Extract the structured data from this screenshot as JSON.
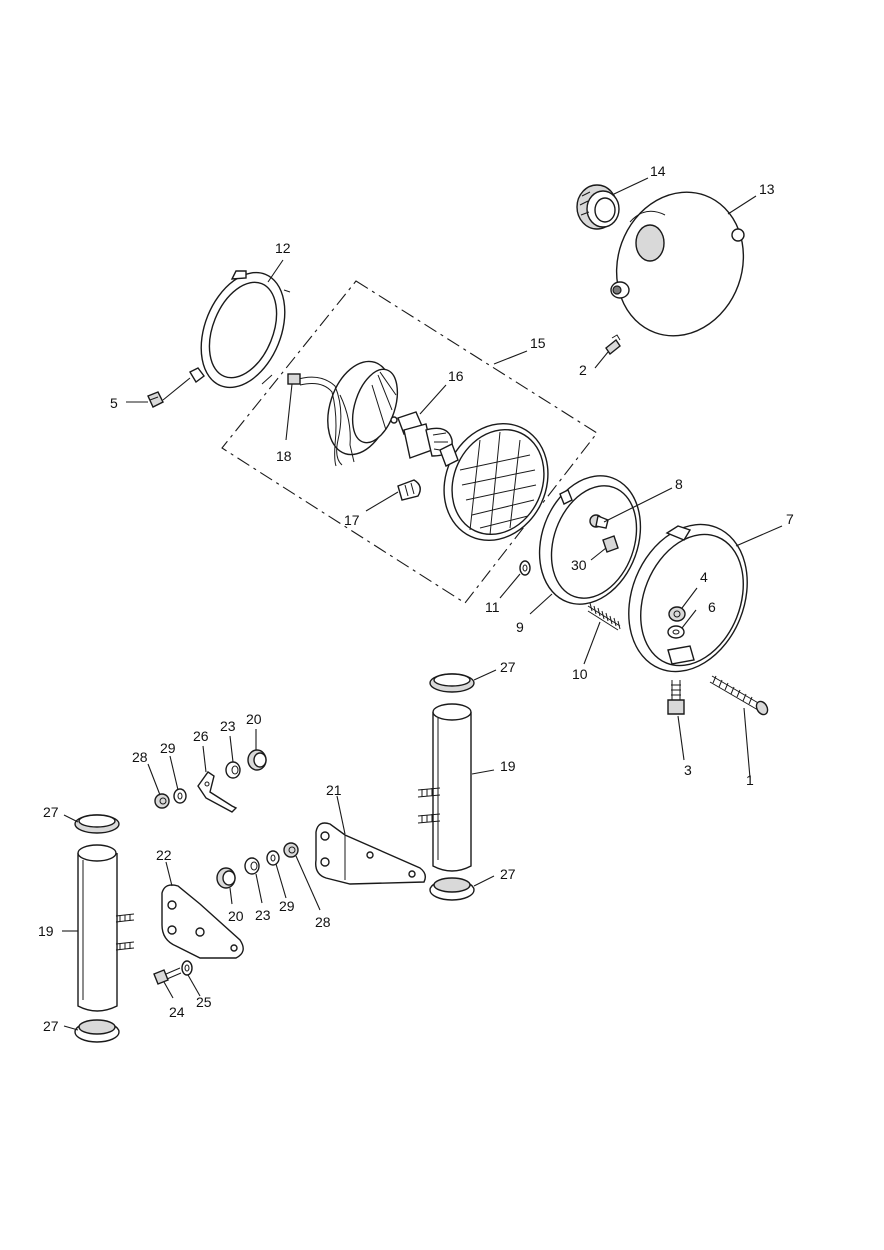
{
  "diagram": {
    "callouts": [
      {
        "id": "c1",
        "text": "1"
      },
      {
        "id": "c2",
        "text": "2"
      },
      {
        "id": "c3",
        "text": "3"
      },
      {
        "id": "c4",
        "text": "4"
      },
      {
        "id": "c5",
        "text": "5"
      },
      {
        "id": "c6",
        "text": "6"
      },
      {
        "id": "c7",
        "text": "7"
      },
      {
        "id": "c8",
        "text": "8"
      },
      {
        "id": "c9",
        "text": "9"
      },
      {
        "id": "c10",
        "text": "10"
      },
      {
        "id": "c11",
        "text": "11"
      },
      {
        "id": "c12",
        "text": "12"
      },
      {
        "id": "c13",
        "text": "13"
      },
      {
        "id": "c14",
        "text": "14"
      },
      {
        "id": "c15",
        "text": "15"
      },
      {
        "id": "c16",
        "text": "16"
      },
      {
        "id": "c17",
        "text": "17"
      },
      {
        "id": "c18",
        "text": "18"
      },
      {
        "id": "c19a",
        "text": "19"
      },
      {
        "id": "c19b",
        "text": "19"
      },
      {
        "id": "c20a",
        "text": "20"
      },
      {
        "id": "c20b",
        "text": "20"
      },
      {
        "id": "c21",
        "text": "21"
      },
      {
        "id": "c22",
        "text": "22"
      },
      {
        "id": "c23a",
        "text": "23"
      },
      {
        "id": "c23b",
        "text": "23"
      },
      {
        "id": "c24",
        "text": "24"
      },
      {
        "id": "c25",
        "text": "25"
      },
      {
        "id": "c26",
        "text": "26"
      },
      {
        "id": "c27a",
        "text": "27"
      },
      {
        "id": "c27b",
        "text": "27"
      },
      {
        "id": "c27c",
        "text": "27"
      },
      {
        "id": "c27d",
        "text": "27"
      },
      {
        "id": "c28a",
        "text": "28"
      },
      {
        "id": "c28b",
        "text": "28"
      },
      {
        "id": "c29a",
        "text": "29"
      },
      {
        "id": "c29b",
        "text": "29"
      },
      {
        "id": "c30",
        "text": "30"
      }
    ]
  }
}
